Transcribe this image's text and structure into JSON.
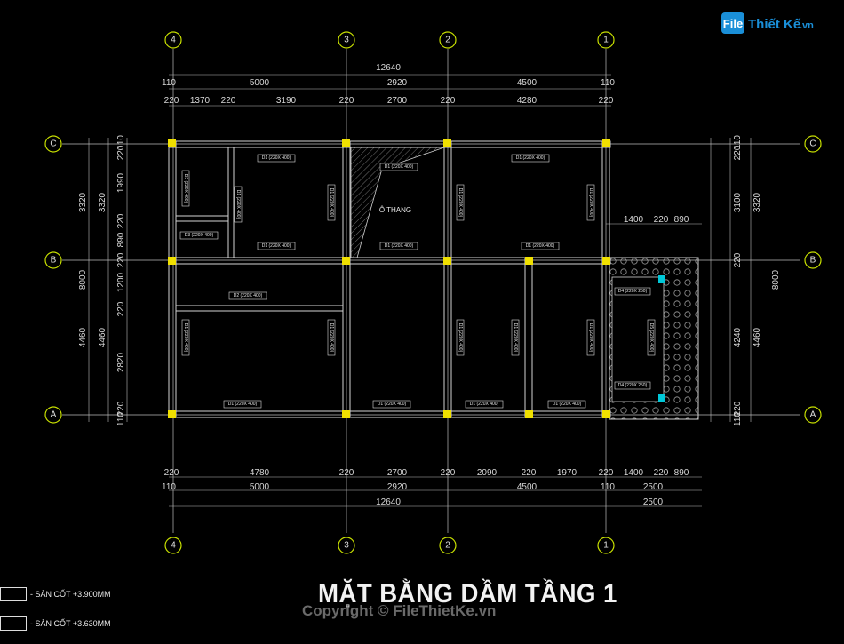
{
  "logo": {
    "brand_a": "File",
    "brand_b": "Thiết Kế",
    "brand_c": ".vn"
  },
  "grid": {
    "columns": [
      "4",
      "3",
      "2",
      "1"
    ],
    "rows": [
      "C",
      "B",
      "A"
    ]
  },
  "dims": {
    "top_total": "12640",
    "top_row2": [
      "110",
      "5000",
      "2920",
      "4500",
      "110"
    ],
    "top_row3": [
      "220",
      "1370",
      "220",
      "3190",
      "220",
      "2700",
      "220",
      "4280",
      "220"
    ],
    "bottom_row1": [
      "220",
      "4780",
      "220",
      "2700",
      "220",
      "2090",
      "220",
      "1970",
      "220",
      "1400",
      "220",
      "890"
    ],
    "bottom_row2": [
      "110",
      "5000",
      "2920",
      "4500",
      "110",
      "2500"
    ],
    "bottom_total": "12640",
    "bottom_right": "2500",
    "right_ext": [
      "1400",
      "220",
      "890"
    ],
    "left_outer": [
      "3320",
      "8000",
      "4460"
    ],
    "left_inner": [
      "110",
      "220",
      "1990",
      "220",
      "890",
      "220",
      "1200",
      "220",
      "2820",
      "220",
      "110"
    ],
    "right_inner": [
      "110",
      "220",
      "3100",
      "220",
      "4240",
      "220",
      "110"
    ],
    "right_outer": [
      "3320",
      "8000",
      "4460"
    ]
  },
  "beams": {
    "d1_h": "D1 (220X 400)",
    "d1_v": "D1 (220X 400)",
    "d2": "D2 (220X 400)",
    "d3": "D3 (220X 400)",
    "d3b": "D3 (220X 400)",
    "d4a": "D4 (220X 250)",
    "d4b": "D4 (220X 250)",
    "d5": "D5 (220X 400)"
  },
  "room": {
    "stair": "Ô THANG"
  },
  "title": "MẶT BẰNG DẦM TẦNG 1",
  "copyright": "Copyright © FileThietKe.vn",
  "legend": [
    {
      "label": "- SÀN CỐT +3.900MM"
    },
    {
      "label": "- SÀN CỐT +3.630MM"
    }
  ],
  "colors": {
    "grid_bubble": "#c8e000",
    "column": "#f0e000",
    "cyan": "#00c8d8",
    "beam": "#d8d8d8",
    "axis": "#c8c8c8"
  }
}
